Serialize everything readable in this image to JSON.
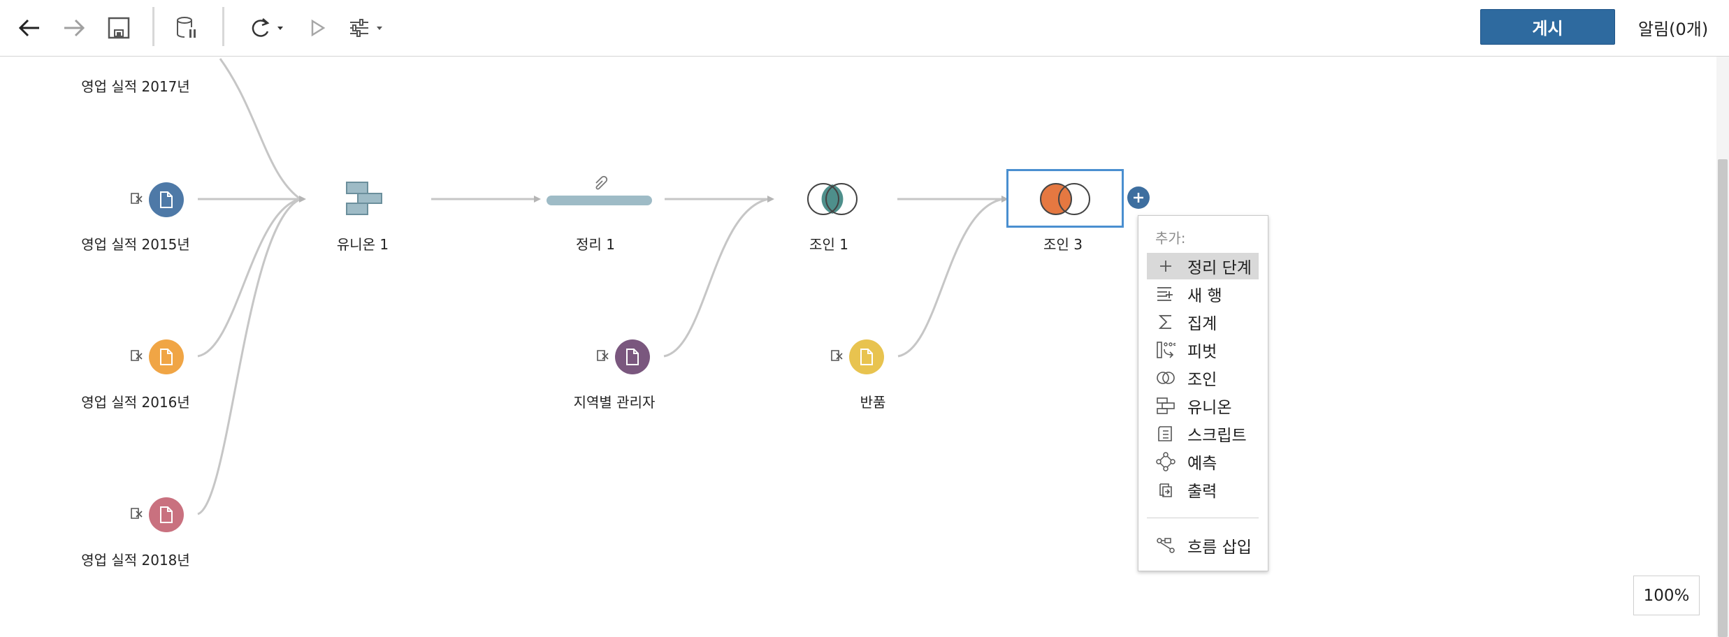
{
  "toolbar": {
    "publish_label": "게시",
    "alerts_label": "알림(0개)",
    "icons": [
      "back-arrow-icon",
      "forward-arrow-icon",
      "save-icon",
      "pause-data-icon",
      "refresh-icon",
      "run-icon",
      "settings-sliders-icon"
    ]
  },
  "flow": {
    "inputs": [
      {
        "label": "영업 실적 2017년"
      },
      {
        "label": "영업 실적 2015년",
        "color": "#4e79a7"
      },
      {
        "label": "영업 실적 2016년",
        "color": "#f0a545"
      },
      {
        "label": "영업 실적 2018년",
        "color": "#c9717f"
      },
      {
        "label": "지역별 관리자",
        "color": "#7a577e"
      },
      {
        "label": "반품",
        "color": "#e8c34f"
      }
    ],
    "steps": {
      "union": "유니온 1",
      "clean": "정리 1",
      "join1": "조인 1",
      "join3": "조인 3"
    },
    "colors": {
      "union": "#9ebbc6",
      "join1_fill": "#4e8f8b",
      "join3_fill": "#e57841",
      "selection": "#4a8fd0",
      "plus": "#3d6e9f"
    }
  },
  "add_menu": {
    "header": "추가:",
    "items": [
      {
        "label": "정리 단계",
        "icon": "plus-icon"
      },
      {
        "label": "새 행",
        "icon": "new-rows-icon"
      },
      {
        "label": "집계",
        "icon": "sigma-icon"
      },
      {
        "label": "피벗",
        "icon": "pivot-icon"
      },
      {
        "label": "조인",
        "icon": "join-icon"
      },
      {
        "label": "유니온",
        "icon": "union-icon"
      },
      {
        "label": "스크립트",
        "icon": "script-icon"
      },
      {
        "label": "예측",
        "icon": "prediction-icon"
      },
      {
        "label": "출력",
        "icon": "output-icon"
      }
    ],
    "insert_flow": {
      "label": "흐름 삽입",
      "icon": "insert-flow-icon"
    }
  },
  "zoom": "100%"
}
